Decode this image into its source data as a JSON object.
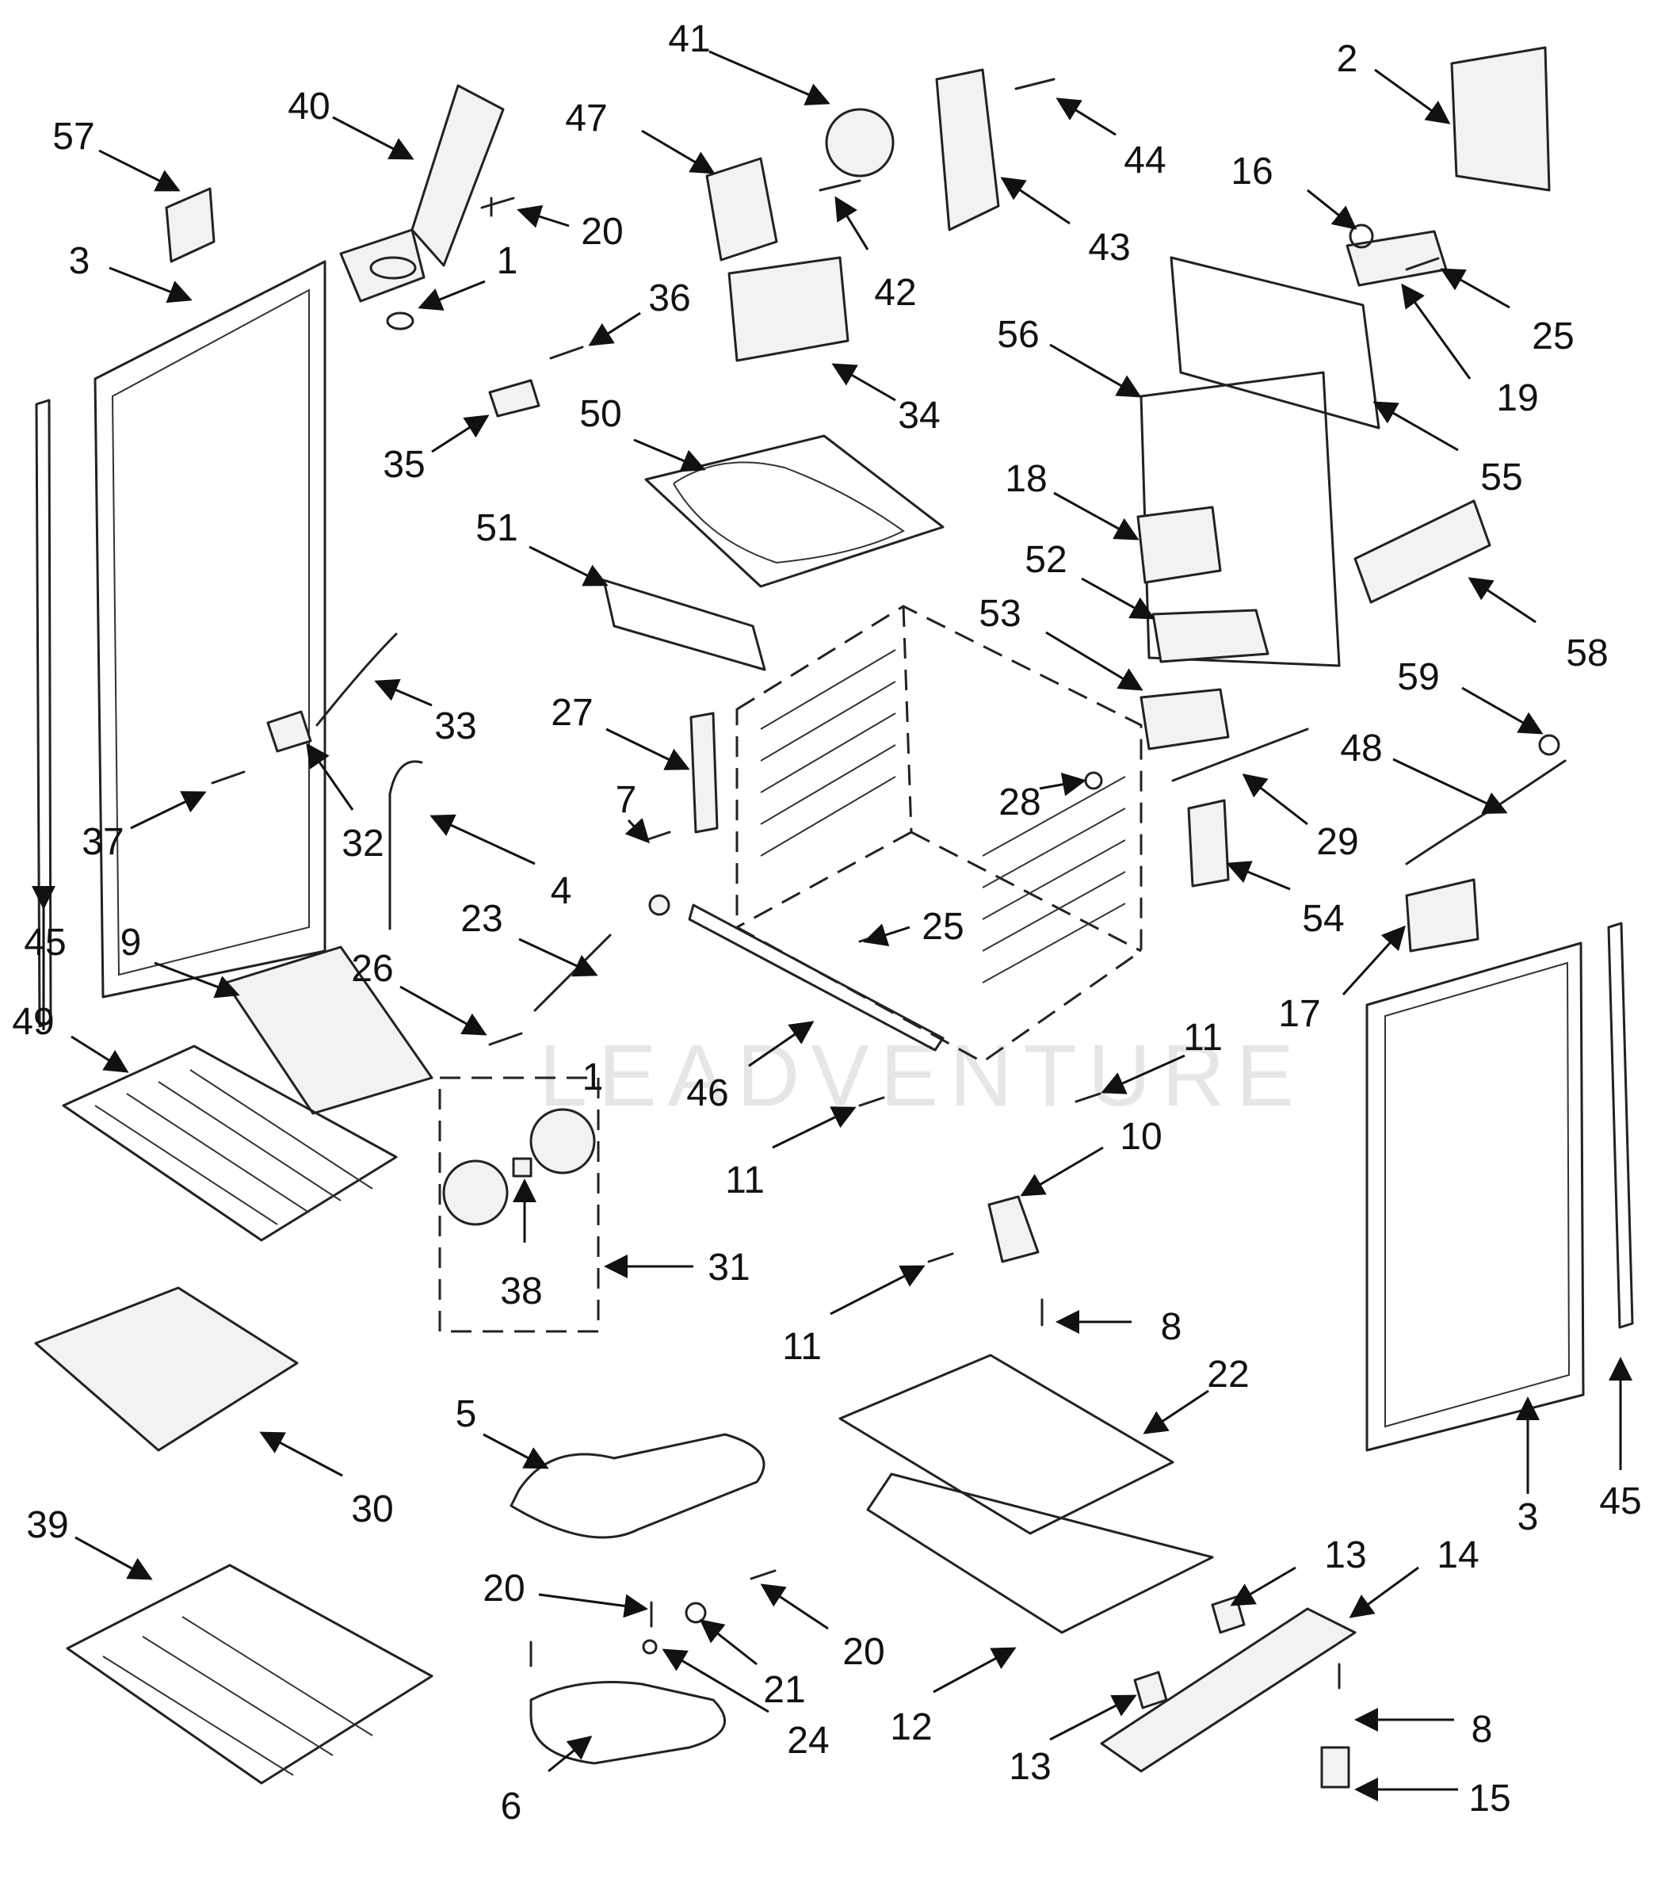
{
  "diagram": {
    "watermark": "LEADVENTURE",
    "arrow_color": "#111111",
    "line_color": "#222222",
    "callouts": [
      {
        "id": "c57",
        "label": "57"
      },
      {
        "id": "c40",
        "label": "40"
      },
      {
        "id": "c20a",
        "label": "20"
      },
      {
        "id": "c1a",
        "label": "1"
      },
      {
        "id": "c3a",
        "label": "3"
      },
      {
        "id": "c47",
        "label": "47"
      },
      {
        "id": "c41",
        "label": "41"
      },
      {
        "id": "c42",
        "label": "42"
      },
      {
        "id": "c44",
        "label": "44"
      },
      {
        "id": "c43",
        "label": "43"
      },
      {
        "id": "c2",
        "label": "2"
      },
      {
        "id": "c16",
        "label": "16"
      },
      {
        "id": "c25a",
        "label": "25"
      },
      {
        "id": "c19",
        "label": "19"
      },
      {
        "id": "c36",
        "label": "36"
      },
      {
        "id": "c34",
        "label": "34"
      },
      {
        "id": "c35",
        "label": "35"
      },
      {
        "id": "c56",
        "label": "56"
      },
      {
        "id": "c55",
        "label": "55"
      },
      {
        "id": "c50",
        "label": "50"
      },
      {
        "id": "c18",
        "label": "18"
      },
      {
        "id": "c51",
        "label": "51"
      },
      {
        "id": "c52",
        "label": "52"
      },
      {
        "id": "c58",
        "label": "58"
      },
      {
        "id": "c53",
        "label": "53"
      },
      {
        "id": "c33",
        "label": "33"
      },
      {
        "id": "c27",
        "label": "27"
      },
      {
        "id": "c59",
        "label": "59"
      },
      {
        "id": "c48",
        "label": "48"
      },
      {
        "id": "c7",
        "label": "7"
      },
      {
        "id": "c28",
        "label": "28"
      },
      {
        "id": "c29",
        "label": "29"
      },
      {
        "id": "c37",
        "label": "37"
      },
      {
        "id": "c32",
        "label": "32"
      },
      {
        "id": "c4",
        "label": "4"
      },
      {
        "id": "c54",
        "label": "54"
      },
      {
        "id": "c45a",
        "label": "45"
      },
      {
        "id": "c9",
        "label": "9"
      },
      {
        "id": "c23",
        "label": "23"
      },
      {
        "id": "c25b",
        "label": "25"
      },
      {
        "id": "c26",
        "label": "26"
      },
      {
        "id": "c17",
        "label": "17"
      },
      {
        "id": "c49",
        "label": "49"
      },
      {
        "id": "c1b",
        "label": "1"
      },
      {
        "id": "c11a",
        "label": "11"
      },
      {
        "id": "c46",
        "label": "46"
      },
      {
        "id": "c10",
        "label": "10"
      },
      {
        "id": "c11b",
        "label": "11"
      },
      {
        "id": "c31",
        "label": "31"
      },
      {
        "id": "c38",
        "label": "38"
      },
      {
        "id": "c11c",
        "label": "11"
      },
      {
        "id": "c8a",
        "label": "8"
      },
      {
        "id": "c22",
        "label": "22"
      },
      {
        "id": "c30",
        "label": "30"
      },
      {
        "id": "c5",
        "label": "5"
      },
      {
        "id": "c3b",
        "label": "3"
      },
      {
        "id": "c45b",
        "label": "45"
      },
      {
        "id": "c39",
        "label": "39"
      },
      {
        "id": "c13a",
        "label": "13"
      },
      {
        "id": "c14",
        "label": "14"
      },
      {
        "id": "c20b",
        "label": "20"
      },
      {
        "id": "c20c",
        "label": "20"
      },
      {
        "id": "c21",
        "label": "21"
      },
      {
        "id": "c12",
        "label": "12"
      },
      {
        "id": "c13b",
        "label": "13"
      },
      {
        "id": "c8b",
        "label": "8"
      },
      {
        "id": "c24",
        "label": "24"
      },
      {
        "id": "c6",
        "label": "6"
      },
      {
        "id": "c15",
        "label": "15"
      }
    ]
  }
}
